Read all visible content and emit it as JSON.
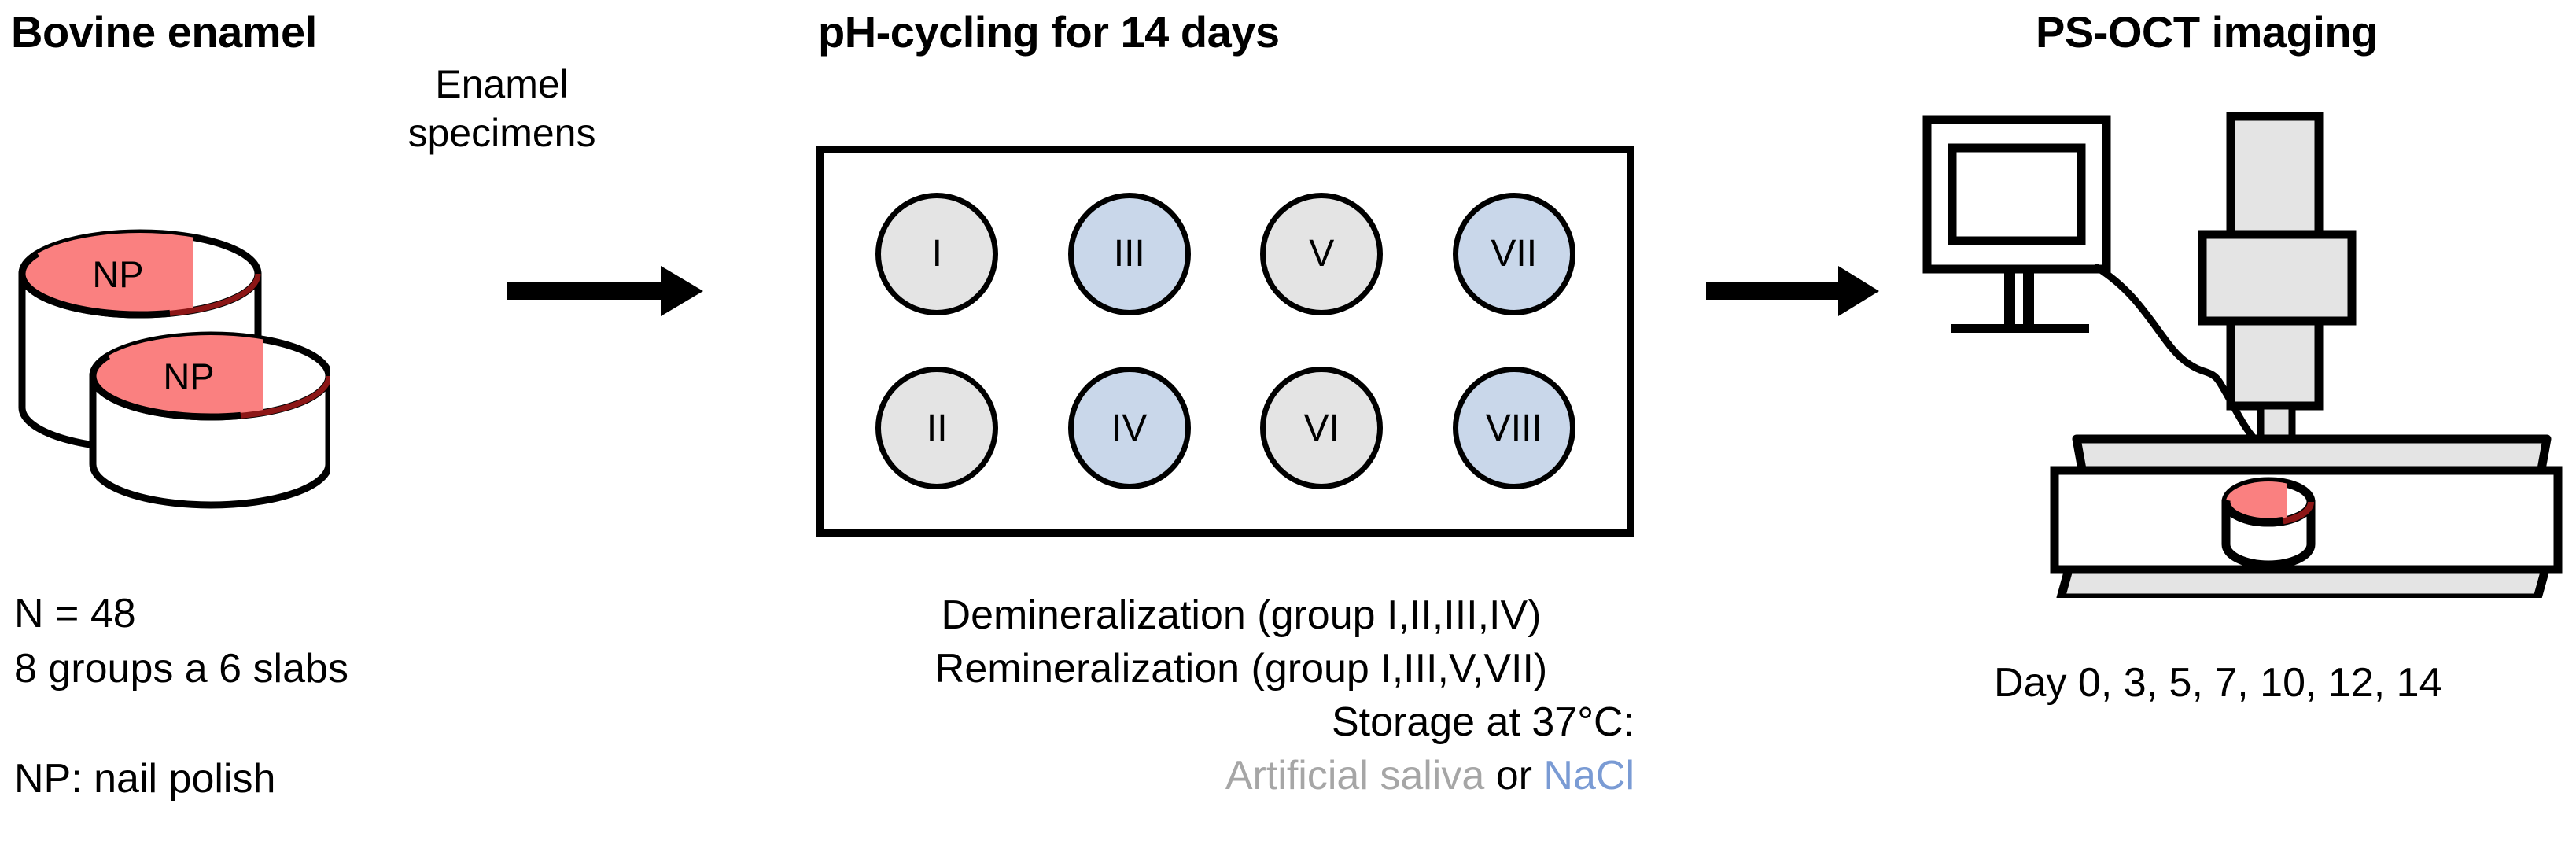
{
  "panels": {
    "left": {
      "title": "Bovine enamel",
      "arrow_label_line1": "Enamel",
      "arrow_label_line2": "specimens",
      "specimen_label": "NP",
      "notes": {
        "n": "N = 48",
        "groups": "8 groups a 6 slabs",
        "legend": "NP: nail polish"
      }
    },
    "middle": {
      "title": "pH-cycling for 14 days",
      "wells": [
        {
          "label": "I",
          "color": "#e4e4e4",
          "tone": "grey"
        },
        {
          "label": "III",
          "color": "#c9d7ea",
          "tone": "blue"
        },
        {
          "label": "V",
          "color": "#e4e4e4",
          "tone": "grey"
        },
        {
          "label": "VII",
          "color": "#c9d7ea",
          "tone": "blue"
        },
        {
          "label": "II",
          "color": "#e4e4e4",
          "tone": "grey"
        },
        {
          "label": "IV",
          "color": "#c9d7ea",
          "tone": "blue"
        },
        {
          "label": "VI",
          "color": "#e4e4e4",
          "tone": "grey"
        },
        {
          "label": "VIII",
          "color": "#c9d7ea",
          "tone": "blue"
        }
      ],
      "caption": {
        "demineralization": "Demineralization (group I,II,III,IV)",
        "remineralization": "Remineralization (group I,III,V,VII)",
        "storage": "Storage at 37°C:",
        "medium_a": "Artificial saliva",
        "medium_join": " or ",
        "medium_b": "NaCl"
      }
    },
    "right": {
      "title": "PS-OCT imaging",
      "timepoints": "Day 0, 3, 5, 7, 10, 12, 14"
    }
  },
  "colors": {
    "nail_polish_fill": "#fa8080",
    "nail_polish_edge": "#8c1616",
    "well_grey": "#e4e4e4",
    "well_blue": "#c9d7ea",
    "device_grey": "#e4e4e4",
    "saliva_grey": "#a6a6a6",
    "nacl_blue": "#7a9bd4",
    "stroke": "#000000"
  },
  "icons": {
    "arrow_1": "right-arrow-icon",
    "arrow_2": "right-arrow-icon",
    "monitor": "monitor-icon",
    "probe": "oct-probe-icon",
    "stage": "sample-stage-icon",
    "cable": "cable-icon"
  }
}
